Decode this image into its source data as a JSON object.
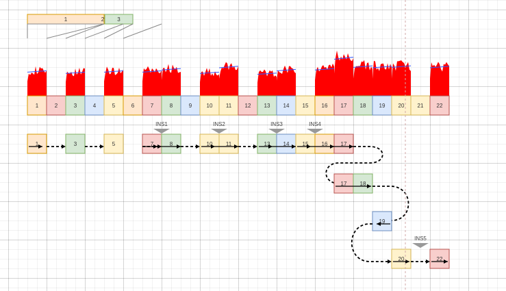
{
  "colors": {
    "orange_fill": "#ffe6cc",
    "orange_stroke": "#d79b00",
    "red_fill": "#f8cecc",
    "red_stroke": "#b85450",
    "green_fill": "#d5e8d4",
    "green_stroke": "#82b366",
    "blue_fill": "#dae8fc",
    "blue_stroke": "#6c8ebf",
    "yellow_fill": "#fff2cc",
    "yellow_stroke": "#d6b656",
    "bar_red": "#ff0000",
    "trend_blue": "#3355ff",
    "marker_gray": "#999999"
  },
  "header": {
    "boxes": [
      {
        "label": "1",
        "color": "orange"
      },
      {
        "label": "2",
        "color": "orange"
      },
      {
        "label": "3",
        "color": "green"
      }
    ]
  },
  "cells": [
    {
      "label": "1",
      "color": "orange",
      "level": 0.55
    },
    {
      "label": "2",
      "color": "red",
      "level": 0
    },
    {
      "label": "3",
      "color": "green",
      "level": 0.52
    },
    {
      "label": "4",
      "color": "blue",
      "level": 0
    },
    {
      "label": "5",
      "color": "yellow",
      "level": 0.55
    },
    {
      "label": "6",
      "color": "orange",
      "level": 0
    },
    {
      "label": "7",
      "color": "red",
      "level": 0.55
    },
    {
      "label": "8",
      "color": "green",
      "level": 0.6
    },
    {
      "label": "9",
      "color": "blue",
      "level": 0
    },
    {
      "label": "10",
      "color": "yellow",
      "level": 0.52
    },
    {
      "label": "11",
      "color": "yellow",
      "level": 0.65
    },
    {
      "label": "12",
      "color": "red",
      "level": 0
    },
    {
      "label": "13",
      "color": "green",
      "level": 0.5
    },
    {
      "label": "14",
      "color": "blue",
      "level": 0.58
    },
    {
      "label": "15",
      "color": "yellow",
      "level": 0
    },
    {
      "label": "16",
      "color": "orange",
      "level": 0.6
    },
    {
      "label": "17",
      "color": "red",
      "level": 0.85
    },
    {
      "label": "18",
      "color": "green",
      "level": 0.66
    },
    {
      "label": "19",
      "color": "blue",
      "level": 0.65
    },
    {
      "label": "20",
      "color": "yellow",
      "level": 0.66
    },
    {
      "label": "21",
      "color": "yellow",
      "level": 0
    },
    {
      "label": "22",
      "color": "red",
      "level": 0.65
    }
  ],
  "sequence": {
    "row1": [
      {
        "label": "1",
        "color": "orange"
      },
      {
        "label": "3",
        "color": "green"
      },
      {
        "label": "5",
        "color": "yellow"
      },
      {
        "label": "7",
        "color": "red"
      },
      {
        "label": "8",
        "color": "green"
      },
      {
        "label": "10",
        "color": "yellow"
      },
      {
        "label": "11",
        "color": "yellow"
      },
      {
        "label": "13",
        "color": "green"
      },
      {
        "label": "14",
        "color": "blue"
      },
      {
        "label": "15",
        "color": "yellow"
      },
      {
        "label": "16",
        "color": "orange"
      },
      {
        "label": "17",
        "color": "red"
      }
    ],
    "row2": [
      {
        "label": "17",
        "color": "red"
      },
      {
        "label": "18",
        "color": "green"
      }
    ],
    "row3": [
      {
        "label": "19",
        "color": "blue"
      }
    ],
    "row4": [
      {
        "label": "20",
        "color": "yellow"
      },
      {
        "label": "22",
        "color": "red"
      }
    ]
  },
  "inserts": [
    {
      "label": "INS1"
    },
    {
      "label": "INS2"
    },
    {
      "label": "INS3"
    },
    {
      "label": "INS4"
    },
    {
      "label": "INS5"
    }
  ]
}
